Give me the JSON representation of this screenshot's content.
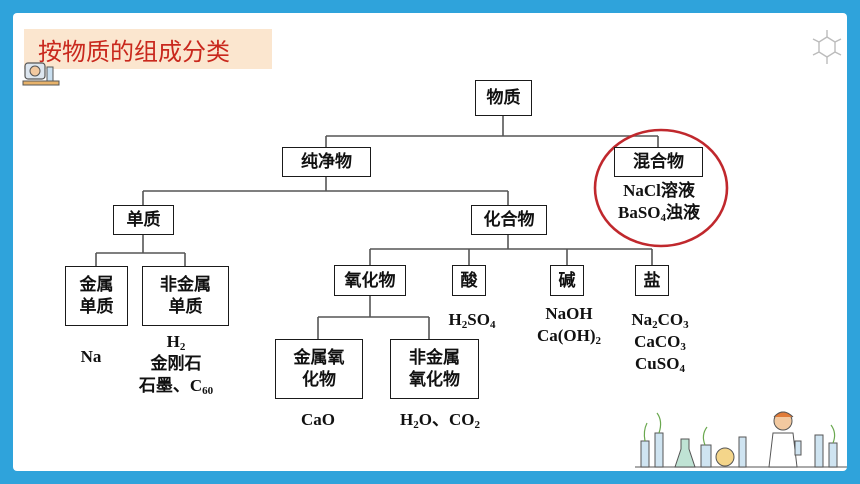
{
  "title": "按物质的组成分类",
  "nodes": {
    "root": "物质",
    "pure": "纯净物",
    "mixture": "混合物",
    "element": "单质",
    "compound": "化合物",
    "metal_element": [
      "金属",
      "单质"
    ],
    "nonmetal_element": [
      "非金属",
      "单质"
    ],
    "oxide": "氧化物",
    "acid": "酸",
    "base": "碱",
    "salt": "盐",
    "metal_oxide": [
      "金属氧",
      "化物"
    ],
    "nonmetal_oxide": [
      "非金属",
      "氧化物"
    ]
  },
  "examples": {
    "mixture": [
      [
        "NaCl溶液"
      ],
      [
        "BaSO",
        {
          "sub": "4"
        },
        "浊液"
      ]
    ],
    "metal_element": [
      [
        "Na"
      ]
    ],
    "nonmetal_element": [
      [
        "H",
        {
          "sub": "2"
        }
      ],
      [
        "金刚石"
      ],
      [
        "石墨、C",
        {
          "sub": "60"
        }
      ]
    ],
    "acid": [
      [
        "H",
        {
          "sub": "2"
        },
        "SO",
        {
          "sub": "4"
        }
      ]
    ],
    "base": [
      [
        "NaOH"
      ],
      [
        "Ca(OH)",
        {
          "sub": "2"
        }
      ]
    ],
    "salt": [
      [
        "Na",
        {
          "sub": "2"
        },
        "CO",
        {
          "sub": "3"
        }
      ],
      [
        "CaCO",
        {
          "sub": "3"
        }
      ],
      [
        "CuSO",
        {
          "sub": "4"
        }
      ]
    ],
    "metal_oxide": [
      [
        "CaO"
      ]
    ],
    "nonmetal_oxide": [
      [
        "H",
        {
          "sub": "2"
        },
        "O、CO",
        {
          "sub": "2"
        }
      ]
    ]
  },
  "colors": {
    "frame": "#2fa3db",
    "title_bg": "#fbe6cf",
    "title_text": "#c9281d",
    "circle": "#c0282d"
  },
  "icons": [
    "molecule-icon",
    "lab-equipment-icon",
    "scientist-lab-illustration"
  ]
}
